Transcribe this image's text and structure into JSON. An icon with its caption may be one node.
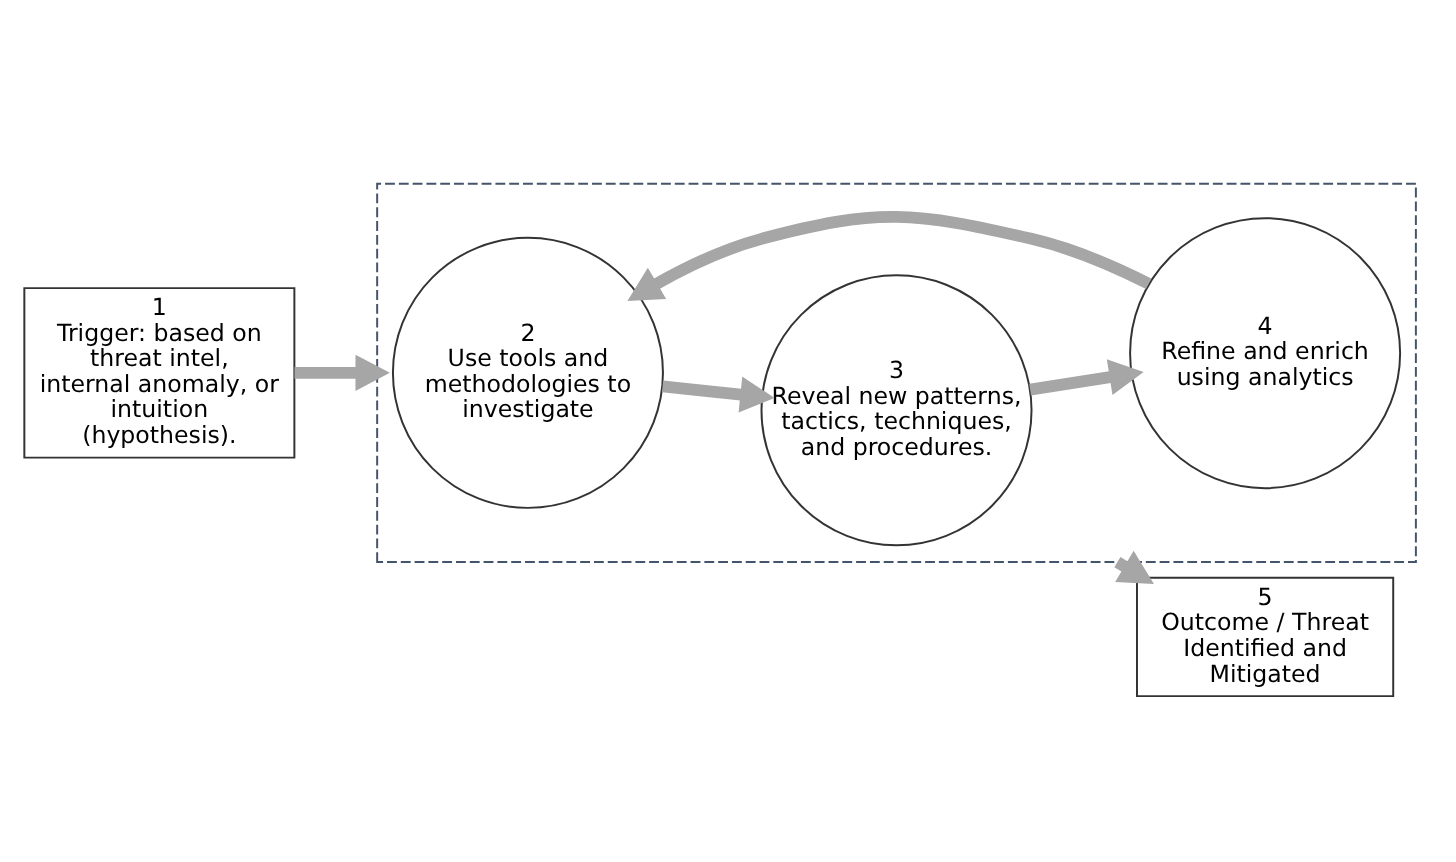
{
  "diagram": {
    "nodes": [
      {
        "text": [
          "1",
          "Trigger: based on threat intel, internal anomaly, or intuition (hypothesis)."
        ]
      },
      {
        "text": [],
        "shape": "box"
      },
      {
        "text": [
          "2",
          "Use tools and methodologies to investigate"
        ],
        "in": 1
      },
      {
        "text": [
          "3",
          "Reveal new patterns, tactics, techniques, and procedures."
        ],
        "in": 1
      },
      {
        "text": [
          "4",
          "Refine and enrich using analytics"
        ],
        "in": 1
      },
      {
        "text": [
          "5",
          "Outcome / Threat Identified and Mitigated"
        ]
      }
    ],
    "edges": [
      {
        "from": 0,
        "to": 1,
        "arrow": "to"
      },
      {
        "from": 2,
        "to": 3,
        "arrow": "to"
      },
      {
        "from": 3,
        "to": 4,
        "arrow": "to"
      },
      {
        "from": 4,
        "to": 2,
        "arrow": "to"
      },
      {
        "from": 1,
        "to": 5,
        "arrow": "to"
      }
    ]
  }
}
